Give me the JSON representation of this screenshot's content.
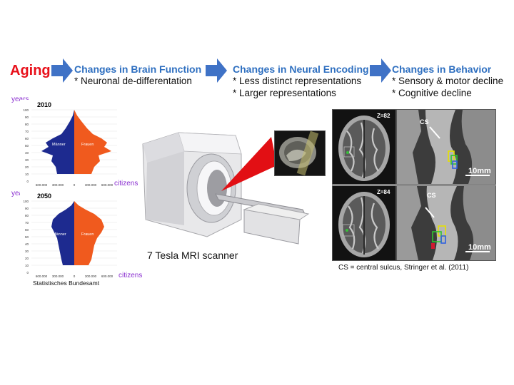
{
  "title_word": "Aging",
  "colors": {
    "accent_red": "#e8101a",
    "head_blue": "#2e6fc0",
    "arrow_blue": "#3f72c6",
    "male_blue": "#1d2a8f",
    "female_orange": "#f05a1e",
    "axis_purple": "#8a2fd0"
  },
  "stages": [
    {
      "heading": "Changes in Brain Function",
      "items": [
        "* Neuronal de-differentation"
      ]
    },
    {
      "heading": "Changes in Neural Encoding",
      "items": [
        "* Less distinct representations",
        "* Larger representations"
      ]
    },
    {
      "heading": "Changes in Behavior",
      "items": [
        "* Sensory & motor decline",
        "* Cognitive decline"
      ]
    }
  ],
  "pyramids": [
    {
      "year": "2010",
      "male_label": "Männer",
      "female_label": "Frauen",
      "y_label": "years",
      "x_label": "citizens",
      "y_ticks": [
        "100",
        "90",
        "80",
        "70",
        "60",
        "50",
        "40",
        "30",
        "20",
        "10",
        "0"
      ],
      "x_ticks": [
        "600.000",
        "300.000",
        "0",
        "300.000",
        "600.000"
      ]
    },
    {
      "year": "2050",
      "male_label": "Männer",
      "female_label": "Frauen",
      "y_label": "years",
      "x_label": "citizens",
      "y_ticks": [
        "100",
        "90",
        "80",
        "70",
        "60",
        "50",
        "40",
        "30",
        "20",
        "10",
        "0"
      ],
      "x_ticks": [
        "600.000",
        "300.000",
        "0",
        "300.000",
        "600.000"
      ]
    }
  ],
  "pyramid_source": "Statistisches Bundesamt",
  "scanner_caption": "7 Tesla MRI scanner",
  "mri": {
    "slice_labels": [
      "Z=82",
      "Z=84"
    ],
    "cs_label": "CS",
    "scale_label": "10mm",
    "caption": "CS = central sulcus, Stringer et al. (2011)"
  }
}
